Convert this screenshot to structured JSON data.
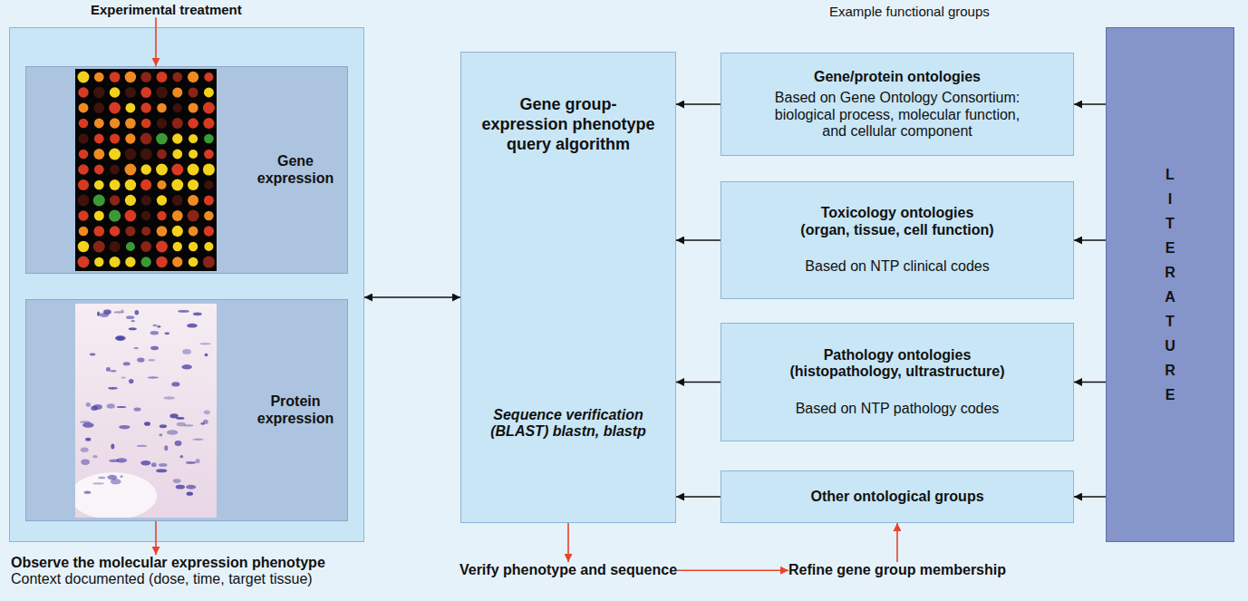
{
  "diagram": {
    "nodes": [
      {
        "text": [
          "Experimental treatment"
        ]
      },
      {
        "text": []
      },
      {
        "text": [
          "Gene expression"
        ],
        "in": 1
      },
      {
        "text": [
          "Protein expression"
        ],
        "in": 1
      },
      {
        "text": [
          "Observe the molecular expression phenotype",
          "Context documented (dose, time, target tissue)"
        ]
      },
      {
        "text": [
          "Gene group-expression phenotype query algorithm",
          "Sequence verification (BLAST) blastn, blastp"
        ]
      },
      {
        "text": [
          "Verify phenotype and sequence"
        ]
      },
      {
        "text": [
          "Refine gene group membership"
        ]
      },
      {
        "text": [
          "Gene/protein ontologies",
          "Based on Gene Ontology Consortium: biological process, molecular function, and cellular component"
        ]
      },
      {
        "text": [
          "Toxicology ontologies (organ, tissue, cell function)",
          "Based on NTP clinical codes"
        ]
      },
      {
        "text": [
          "Pathology ontologies (histopathology, ultrastructure)",
          "Based on NTP pathology codes"
        ]
      },
      {
        "text": [
          "Other ontological groups"
        ]
      },
      {
        "text": [
          "LITERATURE"
        ]
      }
    ],
    "edges": [
      {
        "from": 0,
        "to": 2,
        "arrow": "to"
      },
      {
        "from": 1,
        "to": 5,
        "arrow": "both"
      },
      {
        "from": 3,
        "to": 4,
        "arrow": "to"
      },
      {
        "from": 5,
        "to": 6,
        "arrow": "to"
      },
      {
        "from": 6,
        "to": 7,
        "arrow": "to"
      },
      {
        "from": 7,
        "to": 11,
        "arrow": "to"
      },
      {
        "from": 8,
        "to": 5,
        "arrow": "to"
      },
      {
        "from": 9,
        "to": 5,
        "arrow": "to"
      },
      {
        "from": 10,
        "to": 5,
        "arrow": "to"
      },
      {
        "from": 11,
        "to": 5,
        "arrow": "to"
      },
      {
        "from": 12,
        "to": 8,
        "arrow": "to"
      },
      {
        "from": 12,
        "to": 9,
        "arrow": "to"
      },
      {
        "from": 12,
        "to": 10,
        "arrow": "to"
      },
      {
        "from": 12,
        "to": 11,
        "arrow": "to"
      }
    ],
    "labels": [
      "Example functional groups"
    ]
  }
}
